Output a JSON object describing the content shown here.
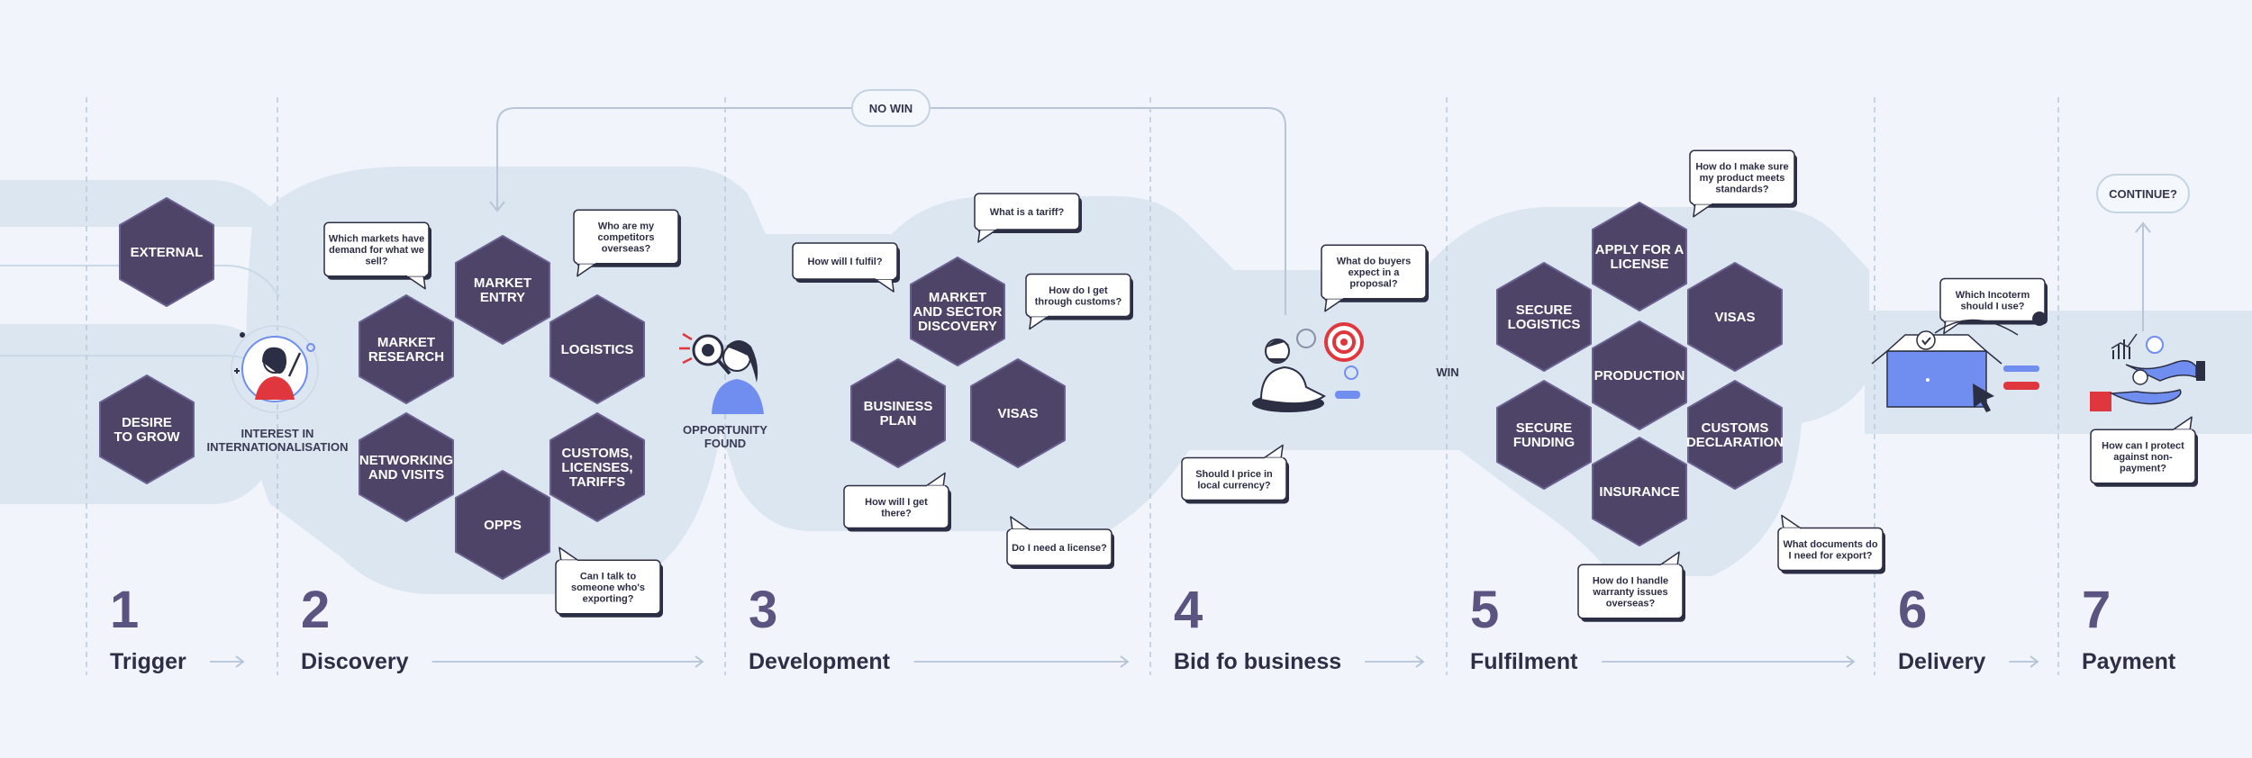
{
  "stages": [
    {
      "num": "1",
      "label": "Trigger"
    },
    {
      "num": "2",
      "label": "Discovery"
    },
    {
      "num": "3",
      "label": "Development"
    },
    {
      "num": "4",
      "label": "Bid fo business"
    },
    {
      "num": "5",
      "label": "Fulfilment"
    },
    {
      "num": "6",
      "label": "Delivery"
    },
    {
      "num": "7",
      "label": "Payment"
    }
  ],
  "hexagons": [
    {
      "id": "external",
      "lines": [
        "EXTERNAL"
      ]
    },
    {
      "id": "desire",
      "lines": [
        "DESIRE",
        "TO GROW"
      ]
    },
    {
      "id": "market-research",
      "lines": [
        "MARKET",
        "RESEARCH"
      ]
    },
    {
      "id": "market-entry",
      "lines": [
        "MARKET",
        "ENTRY"
      ]
    },
    {
      "id": "logistics",
      "lines": [
        "LOGISTICS"
      ]
    },
    {
      "id": "networking",
      "lines": [
        "NETWORKING",
        "AND VISITS"
      ]
    },
    {
      "id": "customs",
      "lines": [
        "CUSTOMS,",
        "LICENSES,",
        "TARIFFS"
      ]
    },
    {
      "id": "opps",
      "lines": [
        "OPPS"
      ]
    },
    {
      "id": "market-sector",
      "lines": [
        "MARKET",
        "AND SECTOR",
        "DISCOVERY"
      ]
    },
    {
      "id": "business-plan",
      "lines": [
        "BUSINESS",
        "PLAN"
      ]
    },
    {
      "id": "visas-dev",
      "lines": [
        "VISAS"
      ]
    },
    {
      "id": "apply-license",
      "lines": [
        "APPLY FOR A",
        "LICENSE"
      ]
    },
    {
      "id": "secure-logistics",
      "lines": [
        "SECURE",
        "LOGISTICS"
      ]
    },
    {
      "id": "visas-ful",
      "lines": [
        "VISAS"
      ]
    },
    {
      "id": "production",
      "lines": [
        "PRODUCTION"
      ]
    },
    {
      "id": "secure-funding",
      "lines": [
        "SECURE",
        "FUNDING"
      ]
    },
    {
      "id": "customs-declaration",
      "lines": [
        "CUSTOMS",
        "DECLARATION"
      ]
    },
    {
      "id": "insurance",
      "lines": [
        "INSURANCE"
      ]
    }
  ],
  "bubbles": [
    {
      "id": "which-markets",
      "lines": [
        "Which markets have",
        "demand for what we",
        "sell?"
      ]
    },
    {
      "id": "competitors",
      "lines": [
        "Who are my",
        "competitors",
        "overseas?"
      ]
    },
    {
      "id": "talk-exporting",
      "lines": [
        "Can I talk to",
        "someone who's",
        "exporting?"
      ]
    },
    {
      "id": "fulfil",
      "lines": [
        "How will I fulfil?"
      ]
    },
    {
      "id": "tariff",
      "lines": [
        "What is a tariff?"
      ]
    },
    {
      "id": "through-customs",
      "lines": [
        "How do I get",
        "through customs?"
      ]
    },
    {
      "id": "get-there",
      "lines": [
        "How will I get",
        "there?"
      ]
    },
    {
      "id": "need-license",
      "lines": [
        "Do I need a license?"
      ]
    },
    {
      "id": "buyers-expect",
      "lines": [
        "What do buyers",
        "expect in a",
        "proposal?"
      ]
    },
    {
      "id": "local-currency",
      "lines": [
        "Should I price in",
        "local currency?"
      ]
    },
    {
      "id": "standards",
      "lines": [
        "How do I make sure",
        "my product meets",
        "standards?"
      ]
    },
    {
      "id": "warranty",
      "lines": [
        "How do I handle",
        "warranty issues",
        "overseas?"
      ]
    },
    {
      "id": "documents-export",
      "lines": [
        "What documents do",
        "I need for export?"
      ]
    },
    {
      "id": "incoterm",
      "lines": [
        "Which Incoterm",
        "should I use?"
      ]
    },
    {
      "id": "non-payment",
      "lines": [
        "How can I protect",
        "against non-",
        "payment?"
      ]
    }
  ],
  "captions": {
    "interest": [
      "INTEREST IN",
      "INTERNATIONALISATION"
    ],
    "opportunity": [
      "OPPORTUNITY",
      "FOUND"
    ]
  },
  "labels": {
    "no_win": "NO WIN",
    "win": "WIN",
    "continue": "CONTINUE?"
  },
  "colors": {
    "hex_fill": "#4d4468",
    "band": "#dbe6f0",
    "background": "#f1f4fb",
    "accent_blue": "#6f8ef0",
    "accent_red": "#e0373f"
  }
}
